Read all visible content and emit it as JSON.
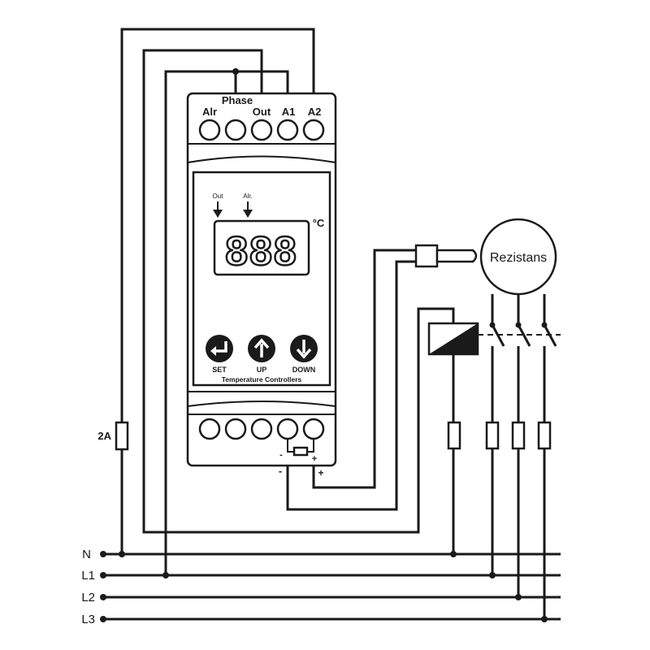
{
  "top_terminals": {
    "phase_label": "Phase",
    "labels": [
      "Alr",
      "Out",
      "A1",
      "A2"
    ]
  },
  "display": {
    "digits": "888",
    "unit": "°C",
    "indicator_out": "Out",
    "indicator_alr": "Alr."
  },
  "buttons": [
    {
      "label": "SET",
      "icon": "enter-arrow-icon"
    },
    {
      "label": "UP",
      "icon": "arrow-up-icon"
    },
    {
      "label": "DOWN",
      "icon": "arrow-down-icon"
    }
  ],
  "device_caption": "Temperature Controllers",
  "sensor": {
    "minus_label": "-",
    "plus_label": "+",
    "minus_label_2": "-",
    "plus_label_2": "+"
  },
  "fuse_label": "2A",
  "resistor_label": "Rezistans",
  "bus_labels": [
    "N",
    "L1",
    "L2",
    "L3"
  ],
  "colors": {
    "line": "#1a1a1a",
    "background": "#ffffff"
  }
}
